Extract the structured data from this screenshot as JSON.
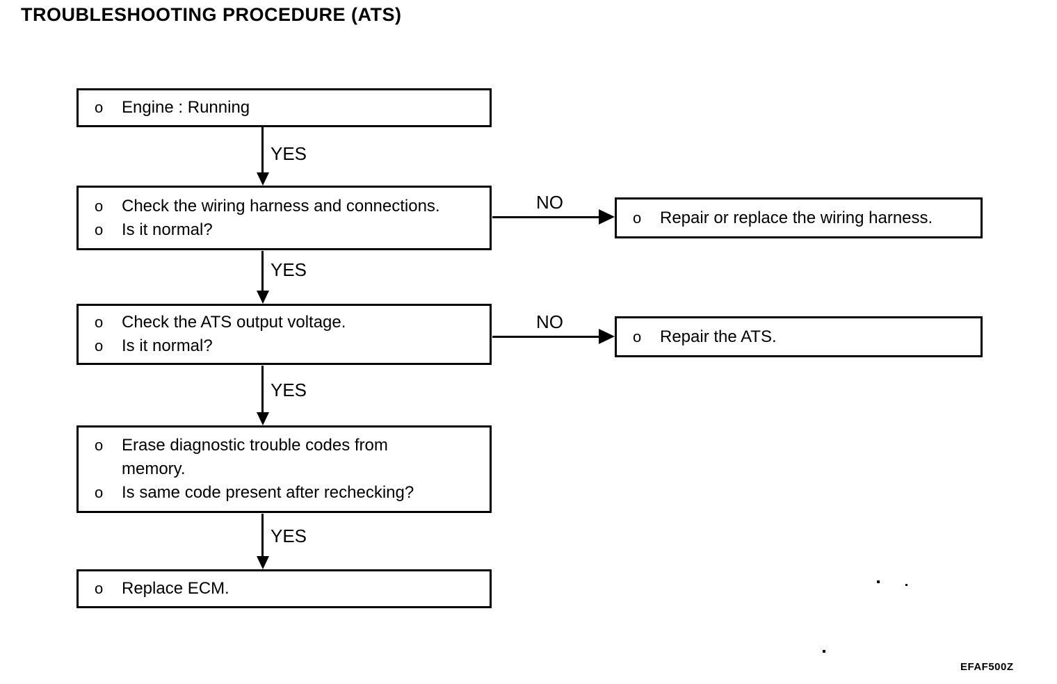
{
  "page": {
    "title": "TROUBLESHOOTING PROCEDURE (ATS)",
    "figure_code": "EFAF500Z"
  },
  "labels": {
    "yes": "YES",
    "no": "NO"
  },
  "steps": [
    {
      "name": "engine-running",
      "rows": [
        {
          "bullet": "o",
          "text": "Engine : Running"
        }
      ]
    },
    {
      "name": "check-wiring-harness",
      "rows": [
        {
          "bullet": "o",
          "text": "Check the wiring harness and connections."
        },
        {
          "bullet": "o",
          "text": "Is it normal?"
        }
      ]
    },
    {
      "name": "check-ats-output-voltage",
      "rows": [
        {
          "bullet": "o",
          "text": "Check the ATS output voltage."
        },
        {
          "bullet": "o",
          "text": "Is it normal?"
        }
      ]
    },
    {
      "name": "erase-diagnostic-trouble-codes",
      "rows": [
        {
          "bullet": "o",
          "text": "Erase diagnostic trouble codes from"
        },
        {
          "bullet": "",
          "text": "memory."
        },
        {
          "bullet": "o",
          "text": "Is same code present after rechecking?"
        }
      ]
    },
    {
      "name": "replace-ecm",
      "rows": [
        {
          "bullet": "o",
          "text": "Replace ECM."
        }
      ]
    }
  ],
  "actions": [
    {
      "name": "repair-or-replace-wiring-harness",
      "rows": [
        {
          "bullet": "o",
          "text": "Repair or replace the wiring harness."
        }
      ]
    },
    {
      "name": "repair-ats",
      "rows": [
        {
          "bullet": "o",
          "text": "Repair the ATS."
        }
      ]
    }
  ]
}
